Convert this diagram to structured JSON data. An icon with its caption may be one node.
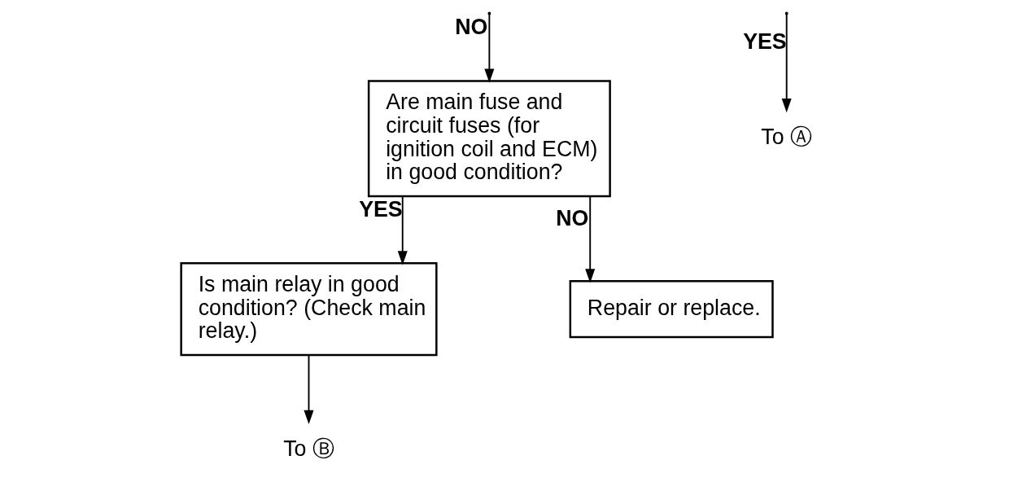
{
  "diagram": {
    "nodes": [
      {
        "text": [
          "Are main fuse and circuit fuses (for ignition coil and ECM) in good condition?"
        ]
      },
      {
        "text": [
          "Is main relay in good condition? (Check main relay.)"
        ]
      },
      {
        "text": [
          "Repair or replace."
        ]
      },
      {
        "text": [
          "To Ⓐ"
        ]
      },
      {
        "text": [
          "To Ⓑ"
        ]
      }
    ],
    "edges": [
      {
        "from": null,
        "to": 3,
        "arrow": "to",
        "label": "YES"
      },
      {
        "from": null,
        "to": 0,
        "arrow": "to",
        "label": "NO"
      },
      {
        "from": 0,
        "to": 1,
        "arrow": "to",
        "label": "YES"
      },
      {
        "from": 0,
        "to": 2,
        "arrow": "to",
        "label": "NO"
      },
      {
        "from": 1,
        "to": 4,
        "arrow": "to"
      }
    ]
  }
}
